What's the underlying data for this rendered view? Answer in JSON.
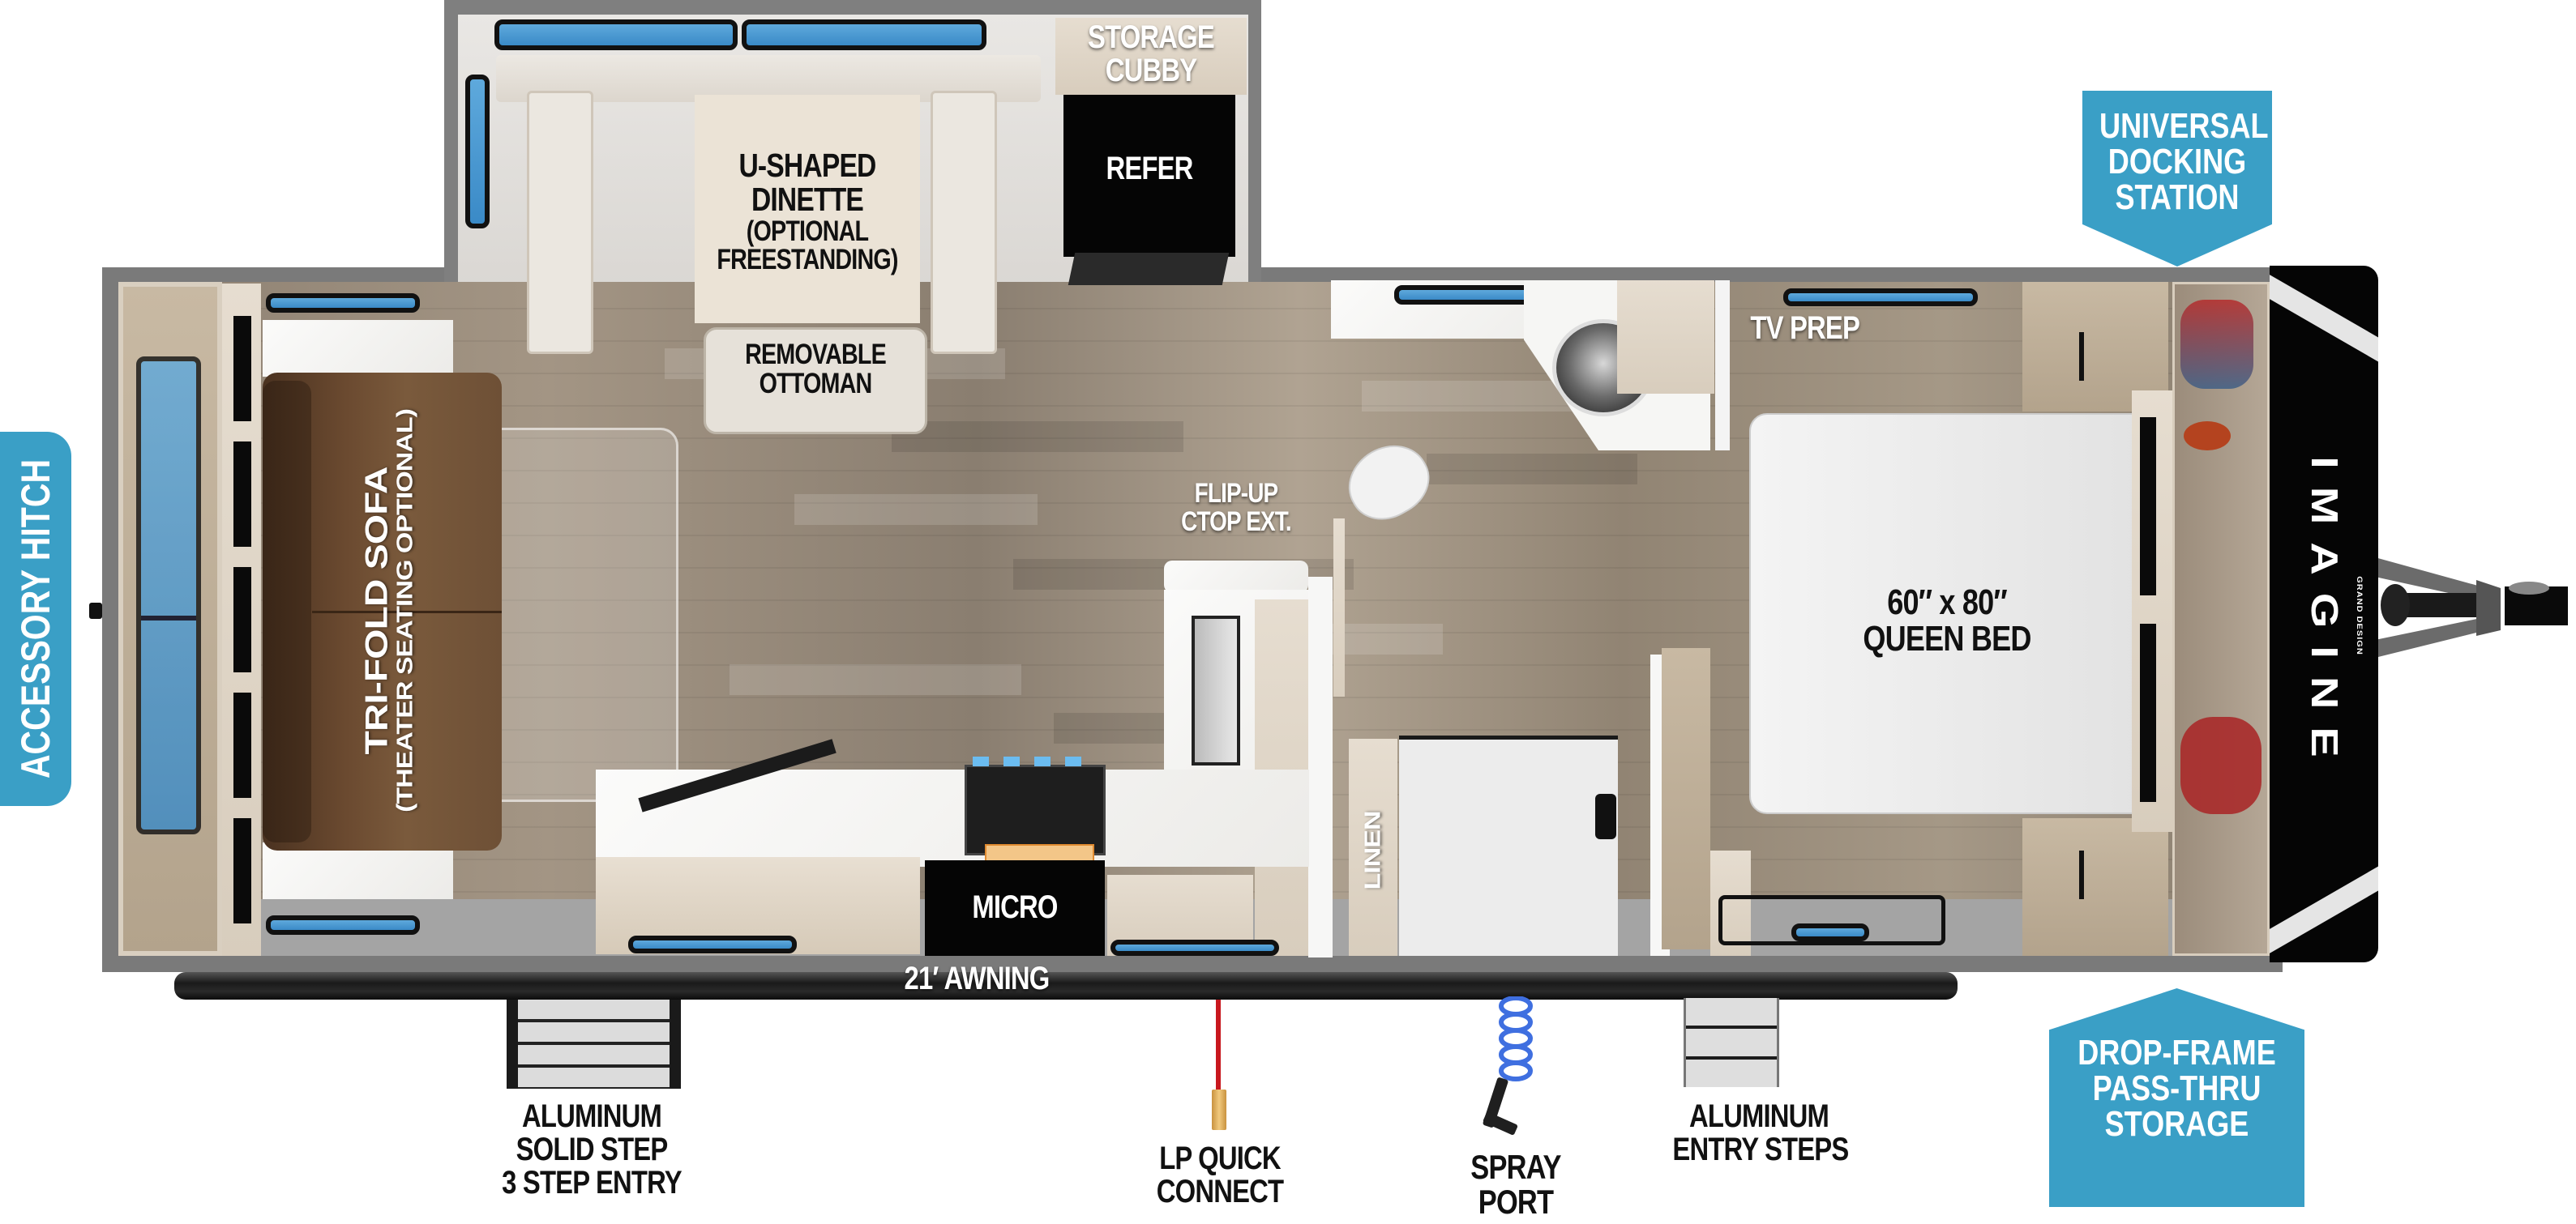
{
  "floorplan": {
    "brand": "IMAGINE",
    "maker_logo": "GRAND DESIGN",
    "rooms": {
      "storage_cubby": [
        "STORAGE",
        "CUBBY"
      ],
      "refer": "REFER",
      "dinette": [
        "U-SHAPED",
        "DINETTE",
        "(OPTIONAL",
        "FREESTANDING)"
      ],
      "ottoman": [
        "REMOVABLE",
        "OTTOMAN"
      ],
      "sofa": [
        "TRI-FOLD SOFA",
        "(THEATER SEATING OPTIONAL)"
      ],
      "flip_up": [
        "FLIP-UP",
        "CTOP EXT."
      ],
      "micro": "MICRO",
      "linen": "LINEN",
      "tv_prep": "TV PREP",
      "bed": [
        "60″ x 80″",
        "QUEEN BED"
      ],
      "awning": "21′ AWNING"
    },
    "exterior_labels": {
      "step_entry": [
        "ALUMINUM",
        "SOLID STEP",
        "3 STEP ENTRY"
      ],
      "lp_quick_connect": [
        "LP QUICK",
        "CONNECT"
      ],
      "spray_port": [
        "SPRAY",
        "PORT"
      ],
      "entry_steps": [
        "ALUMINUM",
        "ENTRY STEPS"
      ]
    },
    "callouts": {
      "accessory_hitch": "ACCESSORY HITCH",
      "universal_docking": [
        "UNIVERSAL",
        "DOCKING",
        "STATION"
      ],
      "drop_frame": [
        "DROP-FRAME",
        "PASS-THRU",
        "STORAGE"
      ]
    },
    "colors": {
      "callout_blue": "#3a9fc6",
      "wall_gray": "#7a7a7a",
      "sofa_brown": "#7a5a3c",
      "front_cap": "#050505",
      "lp_line_red": "#c8181e",
      "spray_hose_blue": "#3f6fe0"
    }
  }
}
